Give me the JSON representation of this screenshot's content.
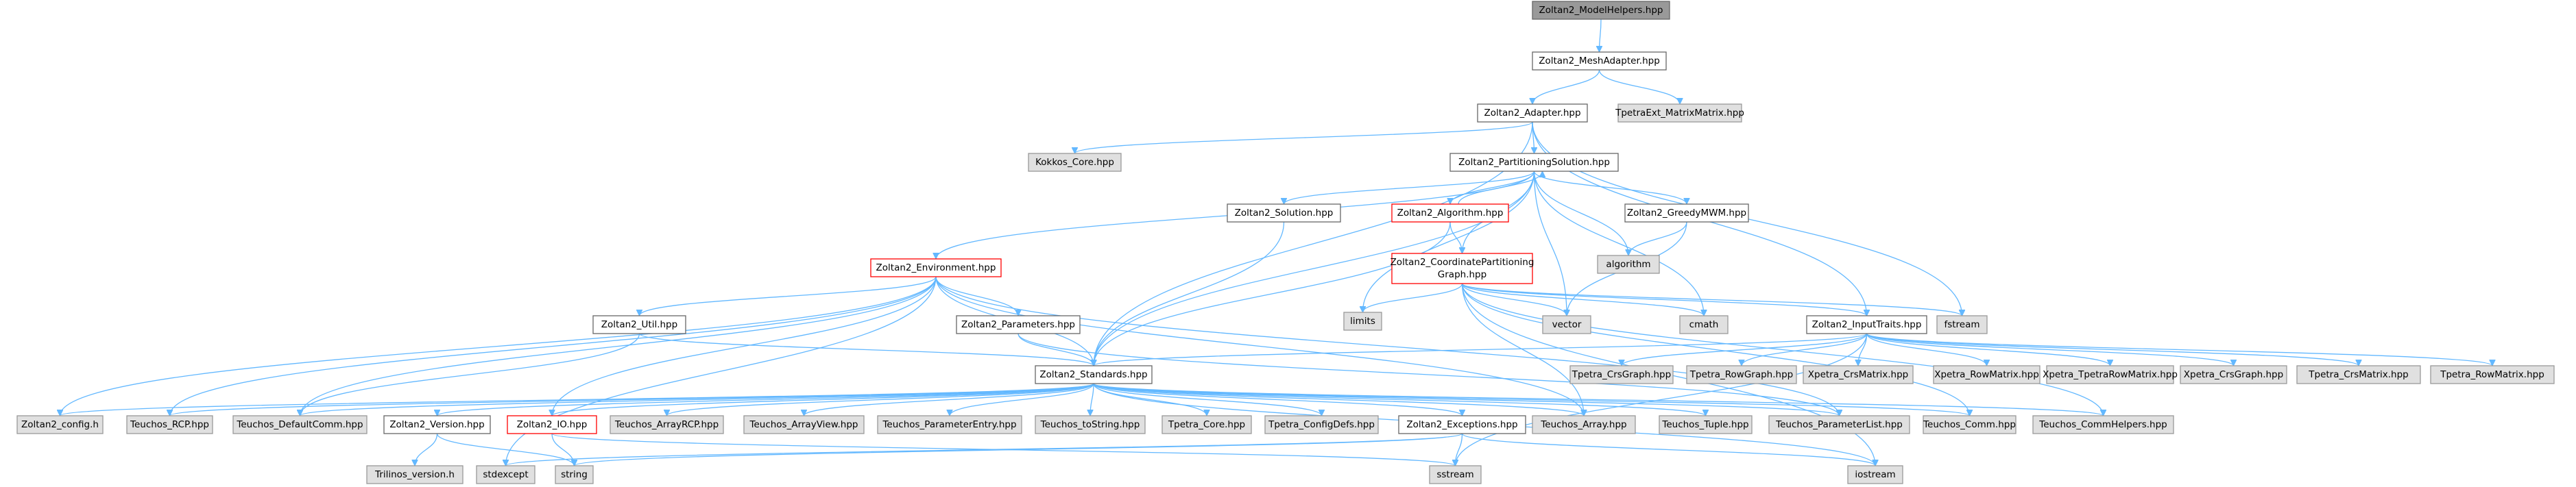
{
  "title": "Zoltan2_ModelHelpers.hpp include dependency graph",
  "colors": {
    "edge": "#63b8ff",
    "root_fill": "#999999",
    "normal_fill": "#ffffff",
    "external_fill": "#e0e0e0",
    "incomplete_border": "#ff0000",
    "border": "#666666"
  },
  "nodes": [
    {
      "id": "n0",
      "label": "Zoltan2_ModelHelpers.hpp",
      "kind": "root"
    },
    {
      "id": "n1",
      "label": "Zoltan2_MeshAdapter.hpp",
      "kind": "normal"
    },
    {
      "id": "n2",
      "label": "Zoltan2_Adapter.hpp",
      "kind": "normal"
    },
    {
      "id": "n3",
      "label": "TpetraExt_MatrixMatrix.hpp",
      "kind": "external"
    },
    {
      "id": "n4",
      "label": "Kokkos_Core.hpp",
      "kind": "external"
    },
    {
      "id": "n5",
      "label": "Zoltan2_PartitioningSolution.hpp",
      "kind": "normal"
    },
    {
      "id": "n6",
      "label": "Zoltan2_Solution.hpp",
      "kind": "normal"
    },
    {
      "id": "n7",
      "label": "Zoltan2_Algorithm.hpp",
      "kind": "incomplete"
    },
    {
      "id": "n8",
      "label": "Zoltan2_GreedyMWM.hpp",
      "kind": "normal"
    },
    {
      "id": "n9",
      "label": "algorithm",
      "kind": "external"
    },
    {
      "id": "n10",
      "label": "Zoltan2_Environment.hpp",
      "kind": "incomplete"
    },
    {
      "id": "n11",
      "label": "Zoltan2_CoordinatePartitioning",
      "label2": "Graph.hpp",
      "kind": "incomplete"
    },
    {
      "id": "n12",
      "label": "Zoltan2_Util.hpp",
      "kind": "normal"
    },
    {
      "id": "n13",
      "label": "Zoltan2_Parameters.hpp",
      "kind": "normal"
    },
    {
      "id": "n14",
      "label": "limits",
      "kind": "external"
    },
    {
      "id": "n15",
      "label": "vector",
      "kind": "external"
    },
    {
      "id": "n16",
      "label": "cmath",
      "kind": "external"
    },
    {
      "id": "n17",
      "label": "fstream",
      "kind": "external"
    },
    {
      "id": "n18",
      "label": "Zoltan2_InputTraits.hpp",
      "kind": "normal"
    },
    {
      "id": "n19",
      "label": "Zoltan2_Standards.hpp",
      "kind": "normal"
    },
    {
      "id": "n20",
      "label": "Tpetra_CrsGraph.hpp",
      "kind": "external"
    },
    {
      "id": "n21",
      "label": "Tpetra_RowGraph.hpp",
      "kind": "external"
    },
    {
      "id": "n22",
      "label": "Xpetra_CrsMatrix.hpp",
      "kind": "external"
    },
    {
      "id": "n23",
      "label": "Xpetra_RowMatrix.hpp",
      "kind": "external"
    },
    {
      "id": "n24",
      "label": "Xpetra_TpetraRowMatrix.hpp",
      "kind": "external"
    },
    {
      "id": "n25",
      "label": "Xpetra_CrsGraph.hpp",
      "kind": "external"
    },
    {
      "id": "n26",
      "label": "Tpetra_CrsMatrix.hpp",
      "kind": "external"
    },
    {
      "id": "n27",
      "label": "Tpetra_RowMatrix.hpp",
      "kind": "external"
    },
    {
      "id": "n28",
      "label": "Zoltan2_config.h",
      "kind": "external"
    },
    {
      "id": "n29",
      "label": "Teuchos_RCP.hpp",
      "kind": "external"
    },
    {
      "id": "n30",
      "label": "Teuchos_DefaultComm.hpp",
      "kind": "external"
    },
    {
      "id": "n31",
      "label": "Zoltan2_Version.hpp",
      "kind": "normal"
    },
    {
      "id": "n32",
      "label": "Zoltan2_IO.hpp",
      "kind": "incomplete"
    },
    {
      "id": "n33",
      "label": "Teuchos_ArrayRCP.hpp",
      "kind": "external"
    },
    {
      "id": "n34",
      "label": "Teuchos_ArrayView.hpp",
      "kind": "external"
    },
    {
      "id": "n35",
      "label": "Teuchos_ParameterEntry.hpp",
      "kind": "external"
    },
    {
      "id": "n36",
      "label": "Teuchos_toString.hpp",
      "kind": "external"
    },
    {
      "id": "n37",
      "label": "Tpetra_Core.hpp",
      "kind": "external"
    },
    {
      "id": "n38",
      "label": "Tpetra_ConfigDefs.hpp",
      "kind": "external"
    },
    {
      "id": "n39",
      "label": "Zoltan2_Exceptions.hpp",
      "kind": "normal"
    },
    {
      "id": "n40",
      "label": "Teuchos_Array.hpp",
      "kind": "external"
    },
    {
      "id": "n41",
      "label": "Teuchos_Tuple.hpp",
      "kind": "external"
    },
    {
      "id": "n42",
      "label": "Teuchos_ParameterList.hpp",
      "kind": "external"
    },
    {
      "id": "n43",
      "label": "Teuchos_Comm.hpp",
      "kind": "external"
    },
    {
      "id": "n44",
      "label": "Teuchos_CommHelpers.hpp",
      "kind": "external"
    },
    {
      "id": "n45",
      "label": "Trilinos_version.h",
      "kind": "external"
    },
    {
      "id": "n46",
      "label": "stdexcept",
      "kind": "external"
    },
    {
      "id": "n47",
      "label": "string",
      "kind": "external"
    },
    {
      "id": "n48",
      "label": "sstream",
      "kind": "external"
    },
    {
      "id": "n49",
      "label": "iostream",
      "kind": "external"
    }
  ],
  "edges": [
    [
      "n0",
      "n1"
    ],
    [
      "n1",
      "n2"
    ],
    [
      "n1",
      "n3"
    ],
    [
      "n2",
      "n4"
    ],
    [
      "n2",
      "n5"
    ],
    [
      "n2",
      "n19"
    ],
    [
      "n2",
      "n18"
    ],
    [
      "n2",
      "n17"
    ],
    [
      "n5",
      "n6"
    ],
    [
      "n5",
      "n7"
    ],
    [
      "n5",
      "n8"
    ],
    [
      "n5",
      "n10"
    ],
    [
      "n5",
      "n11"
    ],
    [
      "n5",
      "n14"
    ],
    [
      "n5",
      "n15"
    ],
    [
      "n5",
      "n9"
    ],
    [
      "n5",
      "n16"
    ],
    [
      "n5",
      "n19"
    ],
    [
      "n6",
      "n19"
    ],
    [
      "n7",
      "n5"
    ],
    [
      "n7",
      "n11"
    ],
    [
      "n7",
      "n19"
    ],
    [
      "n8",
      "n9"
    ],
    [
      "n8",
      "n15"
    ],
    [
      "n11",
      "n14"
    ],
    [
      "n11",
      "n15"
    ],
    [
      "n11",
      "n16"
    ],
    [
      "n11",
      "n17"
    ],
    [
      "n11",
      "n18"
    ],
    [
      "n11",
      "n40"
    ],
    [
      "n11",
      "n44"
    ],
    [
      "n11",
      "n43"
    ],
    [
      "n11",
      "n49"
    ],
    [
      "n10",
      "n12"
    ],
    [
      "n10",
      "n13"
    ],
    [
      "n10",
      "n19"
    ],
    [
      "n10",
      "n28"
    ],
    [
      "n10",
      "n29"
    ],
    [
      "n10",
      "n30"
    ],
    [
      "n10",
      "n32"
    ],
    [
      "n10",
      "n40"
    ],
    [
      "n10",
      "n42"
    ],
    [
      "n10",
      "n46"
    ],
    [
      "n12",
      "n19"
    ],
    [
      "n12",
      "n30"
    ],
    [
      "n13",
      "n19"
    ],
    [
      "n13",
      "n42"
    ],
    [
      "n18",
      "n19"
    ],
    [
      "n18",
      "n20"
    ],
    [
      "n18",
      "n21"
    ],
    [
      "n18",
      "n22"
    ],
    [
      "n18",
      "n23"
    ],
    [
      "n18",
      "n24"
    ],
    [
      "n18",
      "n25"
    ],
    [
      "n18",
      "n26"
    ],
    [
      "n18",
      "n27"
    ],
    [
      "n18",
      "n48"
    ],
    [
      "n19",
      "n28"
    ],
    [
      "n19",
      "n29"
    ],
    [
      "n19",
      "n30"
    ],
    [
      "n19",
      "n31"
    ],
    [
      "n19",
      "n32"
    ],
    [
      "n19",
      "n33"
    ],
    [
      "n19",
      "n34"
    ],
    [
      "n19",
      "n35"
    ],
    [
      "n19",
      "n36"
    ],
    [
      "n19",
      "n37"
    ],
    [
      "n19",
      "n38"
    ],
    [
      "n19",
      "n39"
    ],
    [
      "n19",
      "n40"
    ],
    [
      "n19",
      "n41"
    ],
    [
      "n19",
      "n42"
    ],
    [
      "n19",
      "n43"
    ],
    [
      "n19",
      "n44"
    ],
    [
      "n19",
      "n49"
    ],
    [
      "n31",
      "n45"
    ],
    [
      "n31",
      "n47"
    ],
    [
      "n32",
      "n47"
    ],
    [
      "n32",
      "n48"
    ],
    [
      "n39",
      "n46"
    ],
    [
      "n39",
      "n47"
    ],
    [
      "n39",
      "n48"
    ],
    [
      "n39",
      "n49"
    ]
  ]
}
